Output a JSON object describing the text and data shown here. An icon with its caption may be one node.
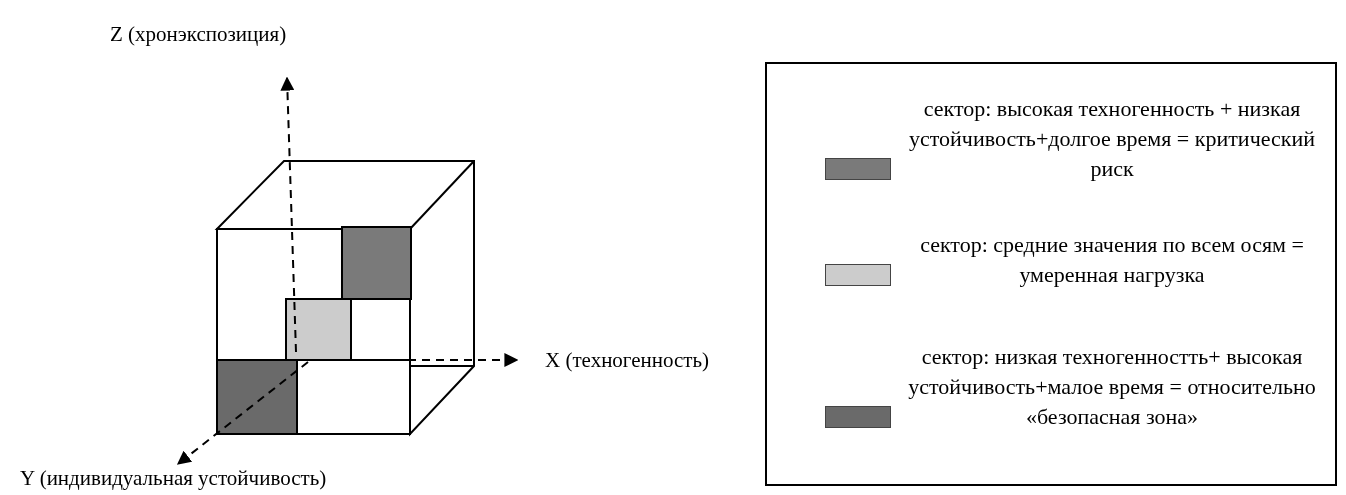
{
  "diagram": {
    "labels": [
      "Z (хронэкспозиция)",
      "X (техногенность)",
      "Y (индивидуальная устойчивость)"
    ],
    "legend": [
      {
        "text": "сектор: высокая техногенность + низкая устойчивость+долгое время = критический риск",
        "color": "#7a7a7a"
      },
      {
        "text": "сектор: средние значения по всем осям = умеренная нагрузка",
        "color": "#cccccc"
      },
      {
        "text": "сектор: низкая техногенностть+ высокая устойчивость+малое время = относительно «безопасная зона»",
        "color": "#6a6a6a"
      }
    ]
  }
}
